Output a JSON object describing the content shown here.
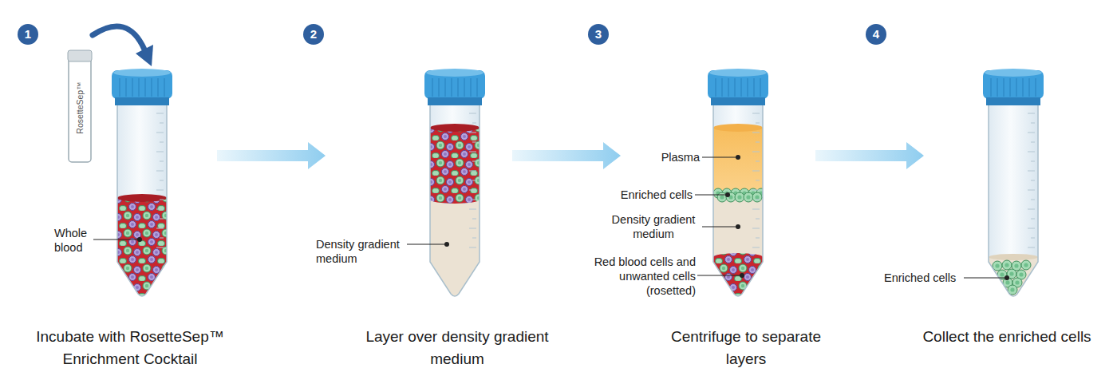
{
  "diagram": {
    "nodes": [
      {
        "text": [
          "Incubate with RosetteSep™ Enrichment Cocktail"
        ]
      },
      {
        "text": [
          "Layer over density gradient medium"
        ]
      },
      {
        "text": [
          "Centrifuge to separate layers"
        ]
      },
      {
        "text": [
          "Collect the enriched cells"
        ]
      }
    ],
    "edges": [
      {
        "from": 0,
        "to": 1,
        "arrow": "to"
      },
      {
        "from": 1,
        "to": 2,
        "arrow": "to"
      },
      {
        "from": 2,
        "to": 3,
        "arrow": "to"
      }
    ],
    "labels": [
      "1",
      "RosetteSep™",
      "Whole blood",
      "2",
      "Density gradient medium",
      "3",
      "Plasma",
      "Enriched cells",
      "Density gradient medium",
      "Red blood cells and unwanted cells (rosetted)",
      "4",
      "Enriched cells"
    ]
  }
}
